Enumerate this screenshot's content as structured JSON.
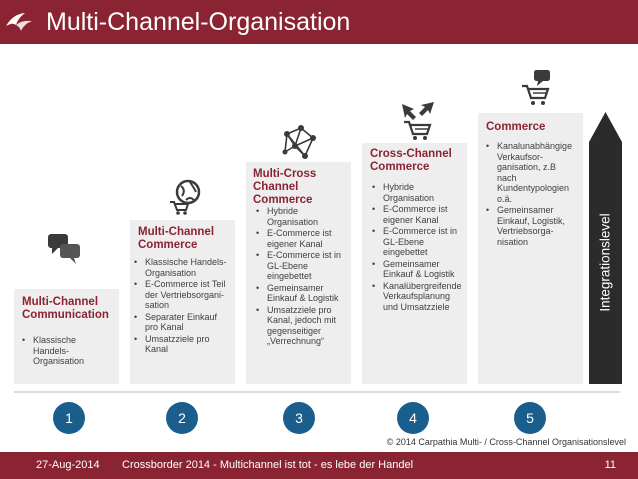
{
  "slide": {
    "title": "Multi-Channel-Organisation"
  },
  "columns": [
    {
      "title": "Multi-Channel Communication",
      "bullets": [
        "Klassische Handels-Organisation"
      ],
      "number": "1"
    },
    {
      "title": "Multi-Channel Commerce",
      "bullets": [
        "Klassische Handels-Organisation",
        "E-Commerce ist Teil der Vertriebsorgani-sation",
        "Separater Einkauf pro Kanal",
        "Umsatzziele pro Kanal"
      ],
      "number": "2"
    },
    {
      "title": "Multi-Cross Channel Commerce",
      "bullets": [
        "Hybride Organisation",
        "E-Commerce ist eigener Kanal",
        "E-Commerce ist in GL-Ebene eingebettet",
        "Gemeinsamer Einkauf & Logistik",
        "Umsatzziele pro Kanal, jedoch mit gegenseitiger „Verrechnung“"
      ],
      "number": "3"
    },
    {
      "title": "Cross-Channel Commerce",
      "bullets": [
        "Hybride Organisation",
        "E-Commerce ist eigener Kanal",
        "E-Commerce ist in GL-Ebene eingebettet",
        "Gemeinsamer Einkauf & Logistik",
        "Kanalübergreifende Verkaufsplanung und Umsatzziele"
      ],
      "number": "4"
    },
    {
      "title": "Commerce",
      "bullets": [
        "Kanalunabhängige Verkaufsor-ganisation, z.B nach Kundentypologien o.ä.",
        "Gemeinsamer Einkauf, Logistik, Vertriebsorga-nisation"
      ],
      "number": "5"
    }
  ],
  "integration_label": "Integrationslevel",
  "copyright": "© 2014 Carpathia Multi- / Cross-Channel Organisationslevel",
  "footer": {
    "date": "27-Aug-2014",
    "text": "Crossborder 2014 - Multichannel ist tot - es lebe der Handel",
    "page": "11"
  },
  "colors": {
    "accent": "#8a2432",
    "number_circle": "#1a5e8e",
    "column_bg": "#eeeeee",
    "integration_bar": "#2b2b2b"
  },
  "icons": [
    "speech-bubbles-icon",
    "globe-cart-icon",
    "network-icon",
    "arrows-cart-icon",
    "bubble-cart-icon",
    "bird-logo-icon"
  ]
}
